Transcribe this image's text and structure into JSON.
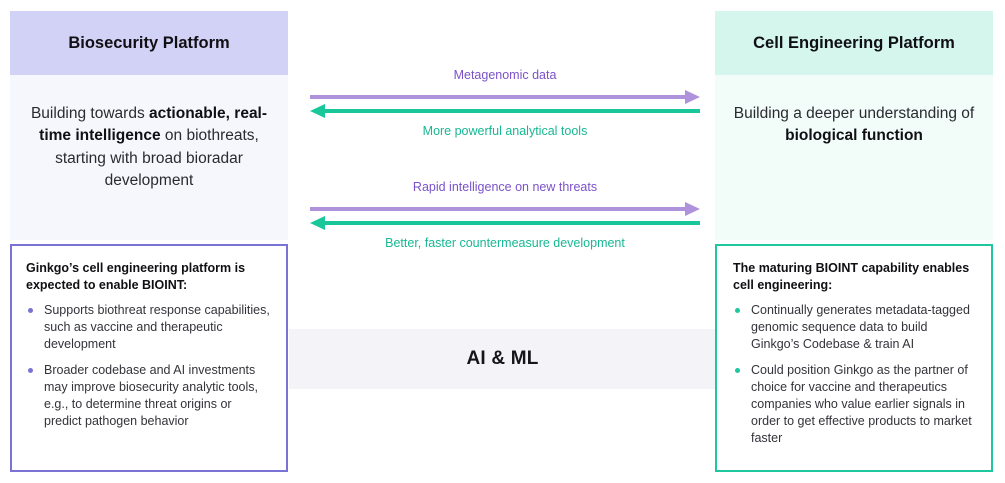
{
  "center": {
    "aiml_label": "AI & ML"
  },
  "platforms": [
    {
      "key": "biosecurity",
      "title": "Biosecurity Platform",
      "description_html": "Building towards <b>actionable, real-time intelligence</b> on biothreats, starting with broad bioradar development",
      "header_color": "#d2d2f6",
      "body_color": "#f6f6fd",
      "accent_color": "#7b73d4",
      "callout": {
        "title": "Ginkgo’s cell engineering platform is expected to enable BIOINT:",
        "bullets": [
          "Supports biothreat response capabilities, such as vaccine and therapeutic development",
          "Broader codebase and AI investments may improve biosecurity analytic tools, e.g., to determine threat origins or predict pathogen behavior"
        ]
      }
    },
    {
      "key": "cell-engineering",
      "title": "Cell Engineering Platform",
      "description_html": "Building a deeper understanding of <b>biological function</b>",
      "header_color": "#d5f6ec",
      "body_color": "#f2fcf9",
      "accent_color": "#1fc79f",
      "callout": {
        "title": "The maturing BIOINT capability enables cell engineering:",
        "bullets": [
          "Continually generates metadata-tagged genomic sequence data to build Ginkgo’s Codebase & train AI",
          "Could position Ginkgo as the partner of choice for vaccine and therapeutics companies who value earlier signals in order to get effective products to market faster"
        ]
      }
    }
  ],
  "arrow_groups": [
    {
      "rightward_label": "Metagenomic data",
      "leftward_label": "More powerful analytical tools",
      "rightward_color": "#ae92db",
      "leftward_color": "#19c79b"
    },
    {
      "rightward_label": "Rapid intelligence on new threats",
      "leftward_label": "Better, faster countermeasure development",
      "rightward_color": "#ae92db",
      "leftward_color": "#19c79b"
    }
  ]
}
